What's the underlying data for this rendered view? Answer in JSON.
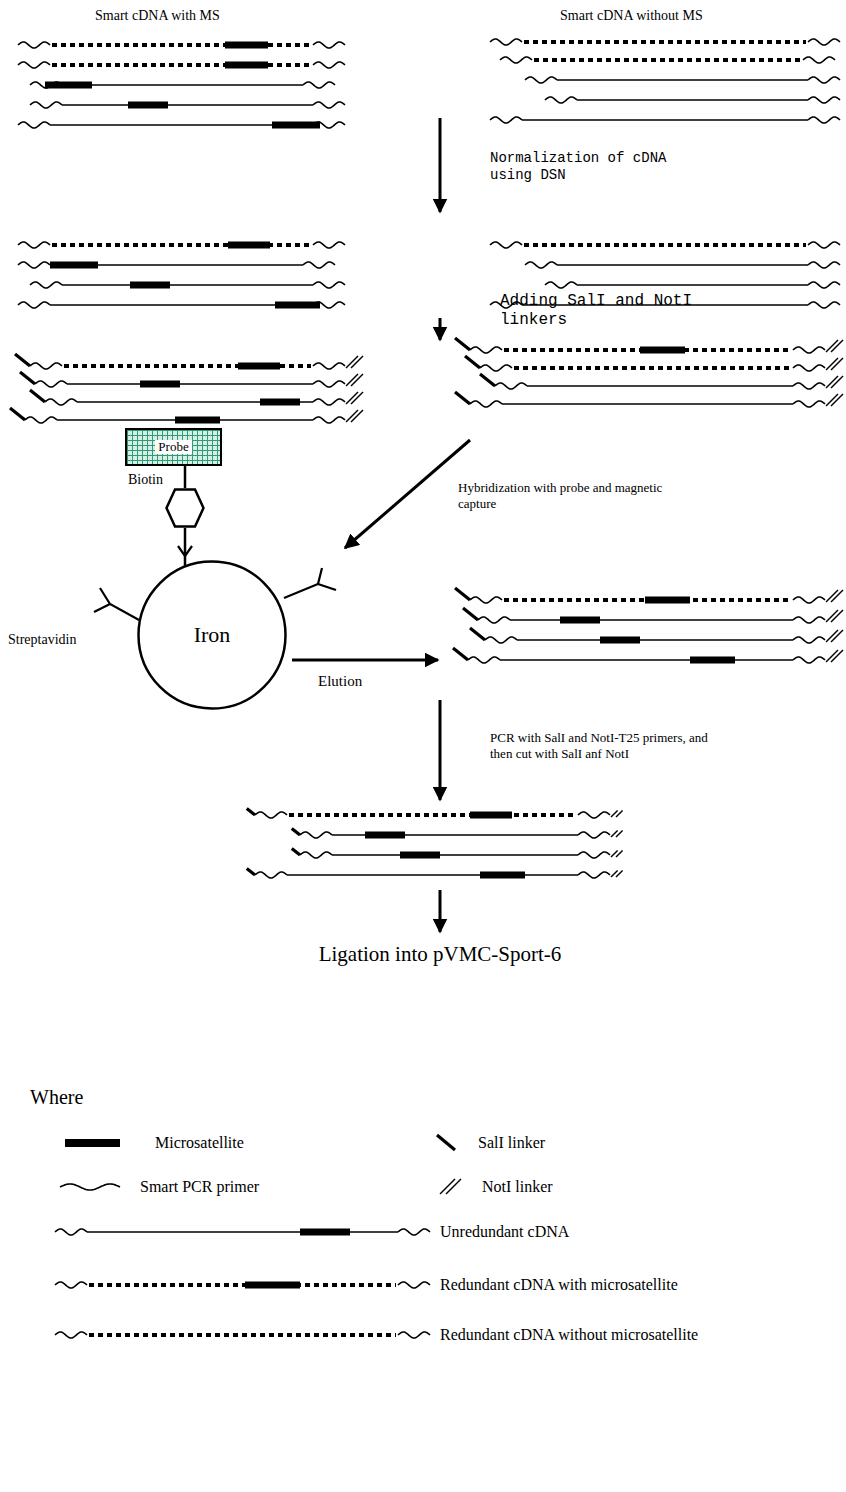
{
  "diagram": {
    "nodes": [
      {
        "text": [
          "Probe"
        ]
      },
      {
        "text": [
          "Biotin"
        ]
      },
      {
        "text": [
          "Iron"
        ]
      }
    ],
    "edges": [
      {
        "from": 0,
        "to": 1,
        "arrow": "none"
      },
      {
        "from": 1,
        "to": 2,
        "arrow": "none"
      }
    ],
    "labels": [
      "Smart cDNA with MS",
      "Smart cDNA without MS",
      "Normalization of cDNA using DSN",
      "Adding SalI and NotI linkers",
      "Hybridization with probe and magnetic capture",
      "Streptavidin",
      "Elution",
      "PCR with SalI and NotI-T25 primers, and then cut with SalI anf NotI",
      "Ligation into pVMC-Sport-6",
      "Where"
    ],
    "legend": [
      {
        "text": "Microsatellite"
      },
      {
        "text": "SalI linker"
      },
      {
        "text": "Smart PCR primer"
      },
      {
        "text": "NotI linker"
      },
      {
        "text": "Unredundant cDNA"
      },
      {
        "text": "Redundant cDNA with microsatellite"
      },
      {
        "text": "Redundant cDNA without microsatellite"
      }
    ]
  }
}
